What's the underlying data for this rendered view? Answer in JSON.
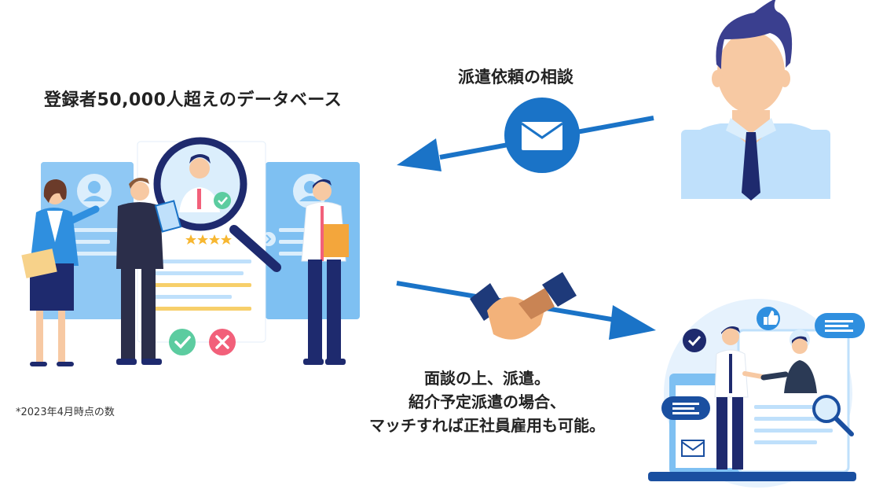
{
  "database": {
    "title": "登録者50,000人超えのデータベース",
    "footnote": "*2023年4月時点の数"
  },
  "client": {
    "consult_label": "派遣依頼の相談"
  },
  "result": {
    "lines": [
      "面談の上、派遣。",
      "紹介予定派遣の場合、",
      "マッチすれば正社員雇用も可能。"
    ]
  },
  "colors": {
    "arrow": "#1a73c7",
    "light_blue": "#bfe0fb",
    "card_blue": "#7ec0f2",
    "navy": "#1e2a6e",
    "skin": "#f7c9a3",
    "green": "#5ccca0",
    "red": "#f2607a",
    "star": "#f7b731"
  },
  "icons": [
    "envelope-icon",
    "handshake-icon",
    "magnifier-icon",
    "check-icon",
    "cross-icon",
    "thumbs-up-icon",
    "chat-bubble-icon",
    "star-icon"
  ]
}
